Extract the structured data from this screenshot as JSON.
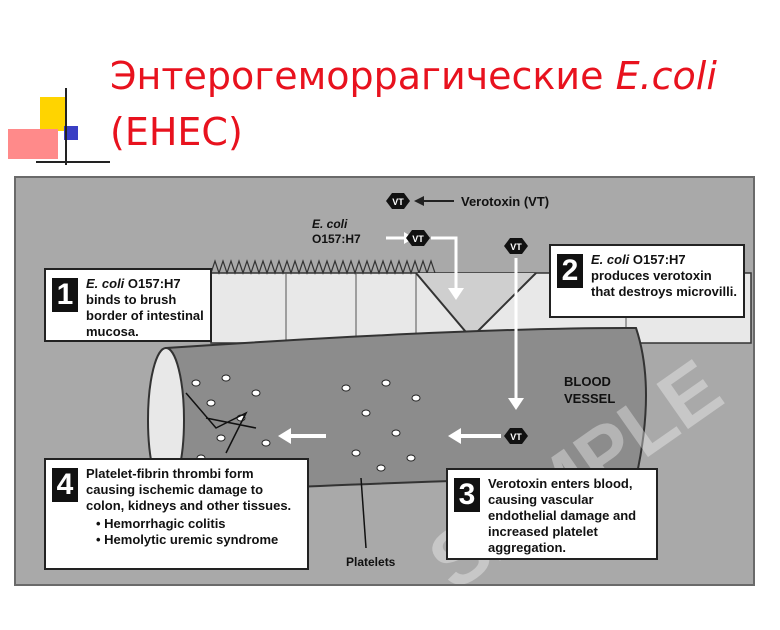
{
  "slide": {
    "title_main": "Энтерогеморрагические",
    "title_italic": "E.coli",
    "title_line2": "(EHEC)"
  },
  "diagram": {
    "verotoxin_label": "Verotoxin (VT)",
    "vt_badge": "VT",
    "ecoli_label_line1": "E. coli",
    "ecoli_label_line2": "O157:H7",
    "blood_vessel_line1": "BLOOD",
    "blood_vessel_line2": "VESSEL",
    "platelets_label": "Platelets",
    "watermark": "SAMPLE",
    "steps": [
      {
        "num": "1",
        "italic": "E. coli",
        "text": " O157:H7 binds to brush border of intestinal mucosa."
      },
      {
        "num": "2",
        "italic": "E. coli",
        "text": " O157:H7 produces verotoxin that destroys microvilli."
      },
      {
        "num": "3",
        "italic": "",
        "text": "Verotoxin enters blood, causing vascular endothelial damage and increased platelet aggregation."
      },
      {
        "num": "4",
        "italic": "",
        "text": "Platelet-fibrin thrombi form causing ischemic damage to colon, kidneys and other tissues.",
        "bullets": [
          "Hemorrhagic colitis",
          "Hemolytic uremic syndrome"
        ]
      }
    ]
  },
  "colors": {
    "title": "#e8121e",
    "deco_yellow": "#ffd400",
    "deco_blue": "#3a3fc4",
    "deco_pink": "#ff6a6a",
    "panel_bg": "#a9a9a9"
  }
}
